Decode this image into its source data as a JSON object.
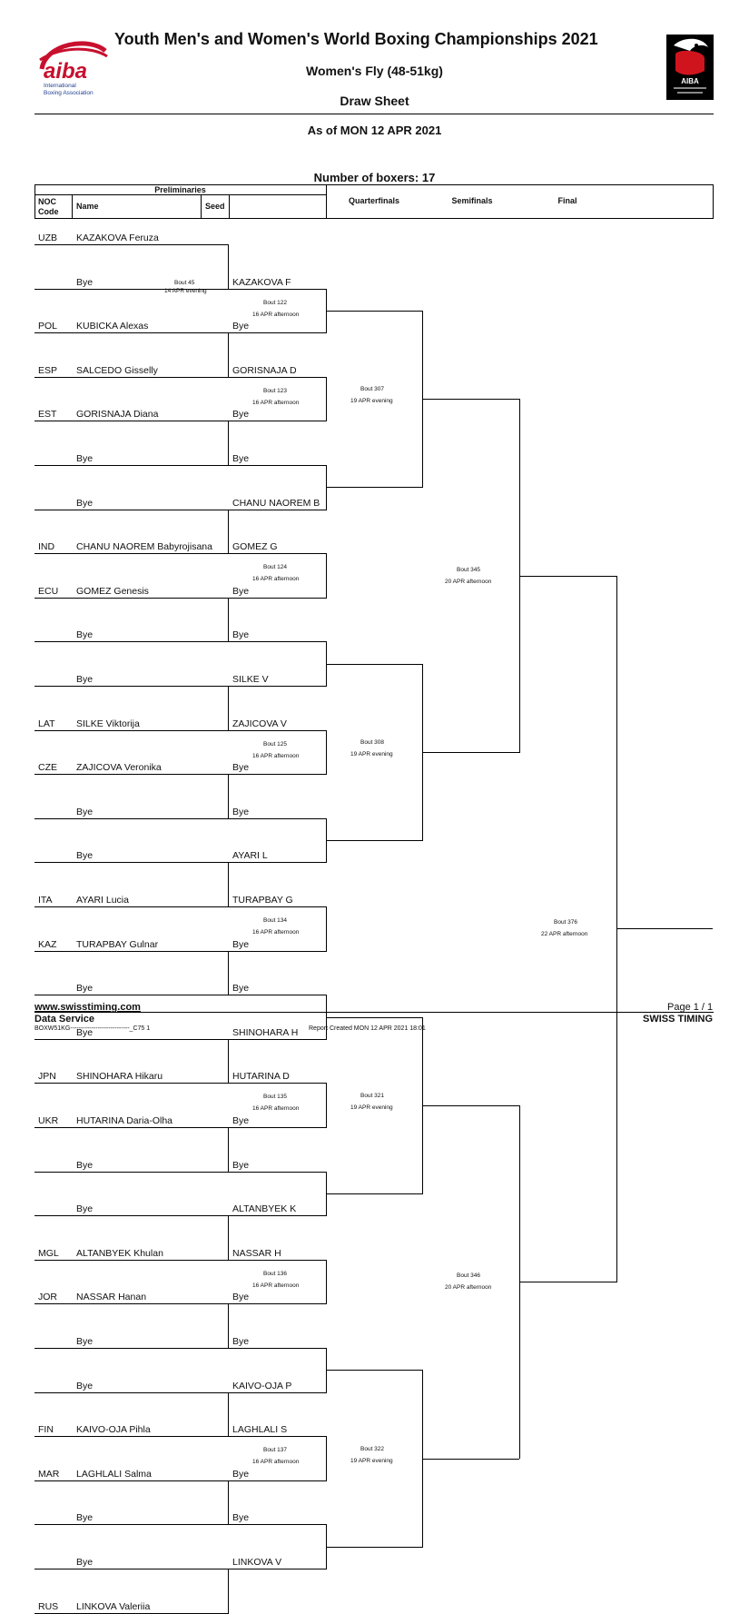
{
  "header": {
    "title": "Youth Men's and Women's World Boxing Championships 2021",
    "event": "Women's Fly (48-51kg)",
    "sheet": "Draw Sheet",
    "as_of": "As of MON 12 APR 2021",
    "boxers_label": "Number of boxers: 17",
    "logo_left": {
      "mark": "aiba",
      "line1": "International",
      "line2": "Boxing Association"
    },
    "logo_right": {
      "mark": "AIBA"
    }
  },
  "columns": {
    "preliminaries": "Preliminaries",
    "noc_line1": "NOC",
    "noc_line2": "Code",
    "name": "Name",
    "seed": "Seed",
    "quarterfinals": "Quarterfinals",
    "semifinals": "Semifinals",
    "final": "Final"
  },
  "entries": [
    {
      "noc": "UZB",
      "name": "KAZAKOVA Feruza"
    },
    {
      "noc": "",
      "name": "Bye"
    },
    {
      "noc": "POL",
      "name": "KUBICKA Alexas"
    },
    {
      "noc": "ESP",
      "name": "SALCEDO Gisselly"
    },
    {
      "noc": "EST",
      "name": "GORISNAJA Diana"
    },
    {
      "noc": "",
      "name": "Bye"
    },
    {
      "noc": "",
      "name": "Bye"
    },
    {
      "noc": "IND",
      "name": "CHANU NAOREM Babyrojisana"
    },
    {
      "noc": "ECU",
      "name": "GOMEZ Genesis"
    },
    {
      "noc": "",
      "name": "Bye"
    },
    {
      "noc": "",
      "name": "Bye"
    },
    {
      "noc": "LAT",
      "name": "SILKE Viktorija"
    },
    {
      "noc": "CZE",
      "name": "ZAJICOVA Veronika"
    },
    {
      "noc": "",
      "name": "Bye"
    },
    {
      "noc": "",
      "name": "Bye"
    },
    {
      "noc": "ITA",
      "name": "AYARI Lucia"
    },
    {
      "noc": "KAZ",
      "name": "TURAPBAY Gulnar"
    },
    {
      "noc": "",
      "name": "Bye"
    },
    {
      "noc": "",
      "name": "Bye"
    },
    {
      "noc": "JPN",
      "name": "SHINOHARA Hikaru"
    },
    {
      "noc": "UKR",
      "name": "HUTARINA Daria-Olha"
    },
    {
      "noc": "",
      "name": "Bye"
    },
    {
      "noc": "",
      "name": "Bye"
    },
    {
      "noc": "MGL",
      "name": "ALTANBYEK Khulan"
    },
    {
      "noc": "JOR",
      "name": "NASSAR Hanan"
    },
    {
      "noc": "",
      "name": "Bye"
    },
    {
      "noc": "",
      "name": "Bye"
    },
    {
      "noc": "FIN",
      "name": "KAIVO-OJA Pihla"
    },
    {
      "noc": "MAR",
      "name": "LAGHLALI Salma"
    },
    {
      "noc": "",
      "name": "Bye"
    },
    {
      "noc": "",
      "name": "Bye"
    },
    {
      "noc": "RUS",
      "name": "LINKOVA Valeriia"
    }
  ],
  "prelim_bout": {
    "bout": "Bout  45",
    "time": "14 APR evening"
  },
  "r2_bouts": [
    {
      "top": "KAZAKOVA F",
      "bottom": "Bye",
      "bout": "Bout  122",
      "time": "16 APR afternoon"
    },
    {
      "top": "GORISNAJA D",
      "bottom": "Bye",
      "bout": "Bout  123",
      "time": "16 APR afternoon"
    },
    {
      "top": "Bye",
      "bottom": "CHANU NAOREM B",
      "bout": "",
      "time": ""
    },
    {
      "top": "GOMEZ G",
      "bottom": "Bye",
      "bout": "Bout  124",
      "time": "16 APR afternoon"
    },
    {
      "top": "Bye",
      "bottom": "SILKE V",
      "bout": "",
      "time": ""
    },
    {
      "top": "ZAJICOVA V",
      "bottom": "Bye",
      "bout": "Bout  125",
      "time": "16 APR afternoon"
    },
    {
      "top": "Bye",
      "bottom": "AYARI L",
      "bout": "",
      "time": ""
    },
    {
      "top": "TURAPBAY G",
      "bottom": "Bye",
      "bout": "Bout  134",
      "time": "16 APR afternoon"
    },
    {
      "top": "Bye",
      "bottom": "SHINOHARA H",
      "bout": "",
      "time": ""
    },
    {
      "top": "HUTARINA D",
      "bottom": "Bye",
      "bout": "Bout  135",
      "time": "16 APR afternoon"
    },
    {
      "top": "Bye",
      "bottom": "ALTANBYEK K",
      "bout": "",
      "time": ""
    },
    {
      "top": "NASSAR H",
      "bottom": "Bye",
      "bout": "Bout  136",
      "time": "16 APR afternoon"
    },
    {
      "top": "Bye",
      "bottom": "KAIVO-OJA P",
      "bout": "",
      "time": ""
    },
    {
      "top": "LAGHLALI S",
      "bottom": "Bye",
      "bout": "Bout  137",
      "time": "16 APR afternoon"
    },
    {
      "top": "Bye",
      "bottom": "LINKOVA V",
      "bout": "",
      "time": ""
    }
  ],
  "qf_bouts": [
    {
      "bout": "Bout  307",
      "time": "19 APR evening"
    },
    {
      "bout": "Bout  308",
      "time": "19 APR evening"
    },
    {
      "bout": "Bout  321",
      "time": "19 APR evening"
    },
    {
      "bout": "Bout  322",
      "time": "19 APR evening"
    }
  ],
  "sf_bouts": [
    {
      "bout": "Bout  345",
      "time": "20 APR afternoon"
    },
    {
      "bout": "Bout  346",
      "time": "20 APR afternoon"
    }
  ],
  "final_bout": {
    "bout": "Bout  376",
    "time": "22 APR afternoon"
  },
  "footer": {
    "website": "www.swisstiming.com",
    "service": "Data Service",
    "code": "BOXW51KG----------------------------_C75 1",
    "created": "Report Created  MON 12 APR 2021 18:01",
    "page": "Page 1 / 1",
    "brand": "SWISS TIMING"
  }
}
